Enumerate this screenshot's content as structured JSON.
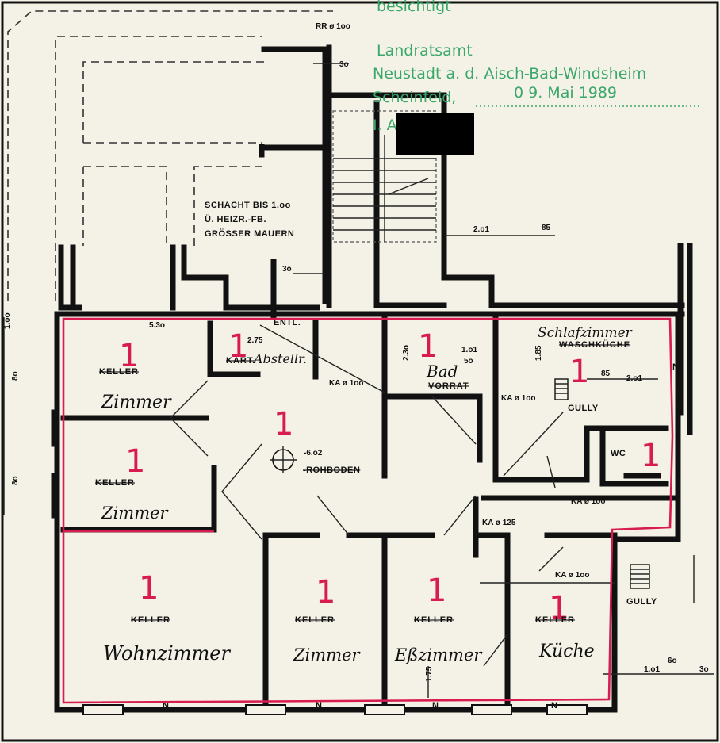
{
  "stamp": {
    "line0": "besichtigt",
    "line1": "Landratsamt",
    "line2": "Neustadt a. d. Aisch-Bad-Windsheim",
    "line3_place": "Scheinfeld,",
    "line3_date": "0 9. Mai 1989",
    "line4": "I. A."
  },
  "labels": {
    "schacht1": "SCHACHT  BIS  1.oo",
    "schacht2": "Ü. HEIZR.-FB.",
    "schacht3": "GRÖSSER MAUERN",
    "rohboden": "-ROHBODEN",
    "rohboden_level": "-6.o2",
    "entl": "ENTL.",
    "ka_100_a": "KA ø 1oo",
    "ka_100_b": "KA ø 1oo",
    "ka_100_c": "KA ø 1oo",
    "ka_100_d": "KA ø 1oo",
    "ka_125": "KA ø 125",
    "rr_100": "RR ø 1oo",
    "gully1": "GULLY",
    "gully2": "GULLY",
    "wc": "WC",
    "n": "N"
  },
  "dims": {
    "d_3o_top": "3o",
    "d_3o_shaft": "3o",
    "d_530": "5.3o",
    "d_275": "2.75",
    "d_23o": "2.3o",
    "d_1o1": "1.o1",
    "d_5o": "5o",
    "d_2o1_a": "2.o1",
    "d_2o1_b": "2.o1",
    "d_85": "85",
    "d_85_b": "85",
    "d_185": "1.85",
    "d_175": "1.75",
    "d_1o1_b": "1.o1",
    "d_3o_right": "3o",
    "d_6o": "6o",
    "d_left1": "1.oo",
    "d_left2": "8o",
    "d_left3": "8o"
  },
  "rooms": [
    {
      "number": "1",
      "old": "KELLER",
      "new": "Zimmer"
    },
    {
      "number": "1",
      "old": "KART.",
      "new": "Abstellr."
    },
    {
      "number": "1",
      "old": "VORRAT",
      "new": "Bad"
    },
    {
      "number": "1",
      "old": "WASCHKÜCHE",
      "new": "Schlafzimmer"
    },
    {
      "number": "1",
      "old": "KELLER",
      "new": "Zimmer"
    },
    {
      "number": "1",
      "old": "",
      "new": ""
    },
    {
      "number": "1",
      "old": "KELLER",
      "new": "Wohnzimmer"
    },
    {
      "number": "1",
      "old": "KELLER",
      "new": "Zimmer"
    },
    {
      "number": "1",
      "old": "KELLER",
      "new": "Eßzimmer"
    },
    {
      "number": "1",
      "old": "KELLER",
      "new": "Küche"
    },
    {
      "number": "1",
      "old": "",
      "new": ""
    }
  ]
}
